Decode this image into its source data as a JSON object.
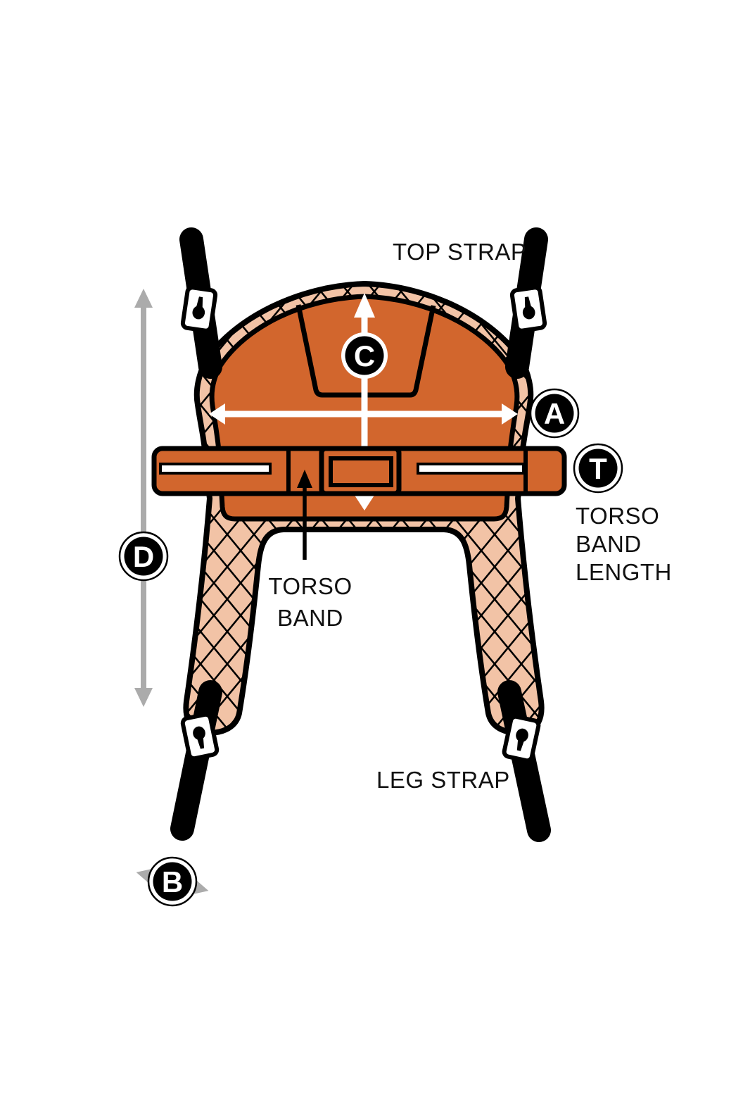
{
  "labels": {
    "top_strap": "TOP STRAP",
    "leg_strap": "LEG STRAP",
    "torso_band": {
      "line1": "TORSO",
      "line2": "BAND"
    },
    "torso_band_length": {
      "line1": "TORSO",
      "line2": "BAND",
      "line3": "LENGTH"
    }
  },
  "markers": {
    "a": "A",
    "b": "B",
    "c": "C",
    "d": "D",
    "t": "T"
  },
  "colors": {
    "sling_orange": "#D2662D",
    "mesh_peach": "#F2C3A6",
    "outline_black": "#000000",
    "dimension_gray": "#ABABAB",
    "arrow_white": "#FFFFFF"
  }
}
